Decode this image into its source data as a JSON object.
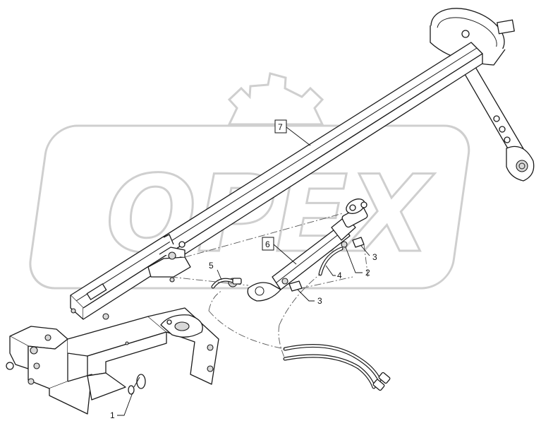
{
  "watermark": {
    "text": "OPEX",
    "logo": "gear-logo"
  },
  "callouts": [
    {
      "id": "c1",
      "label": "1",
      "boxed": false
    },
    {
      "id": "c2",
      "label": "2",
      "boxed": false
    },
    {
      "id": "c3a",
      "label": "3",
      "boxed": false
    },
    {
      "id": "c3b",
      "label": "3",
      "boxed": false
    },
    {
      "id": "c4",
      "label": "4",
      "boxed": false
    },
    {
      "id": "c5",
      "label": "5",
      "boxed": false
    },
    {
      "id": "c6",
      "label": "6",
      "boxed": true
    },
    {
      "id": "c7",
      "label": "7",
      "boxed": true
    }
  ]
}
